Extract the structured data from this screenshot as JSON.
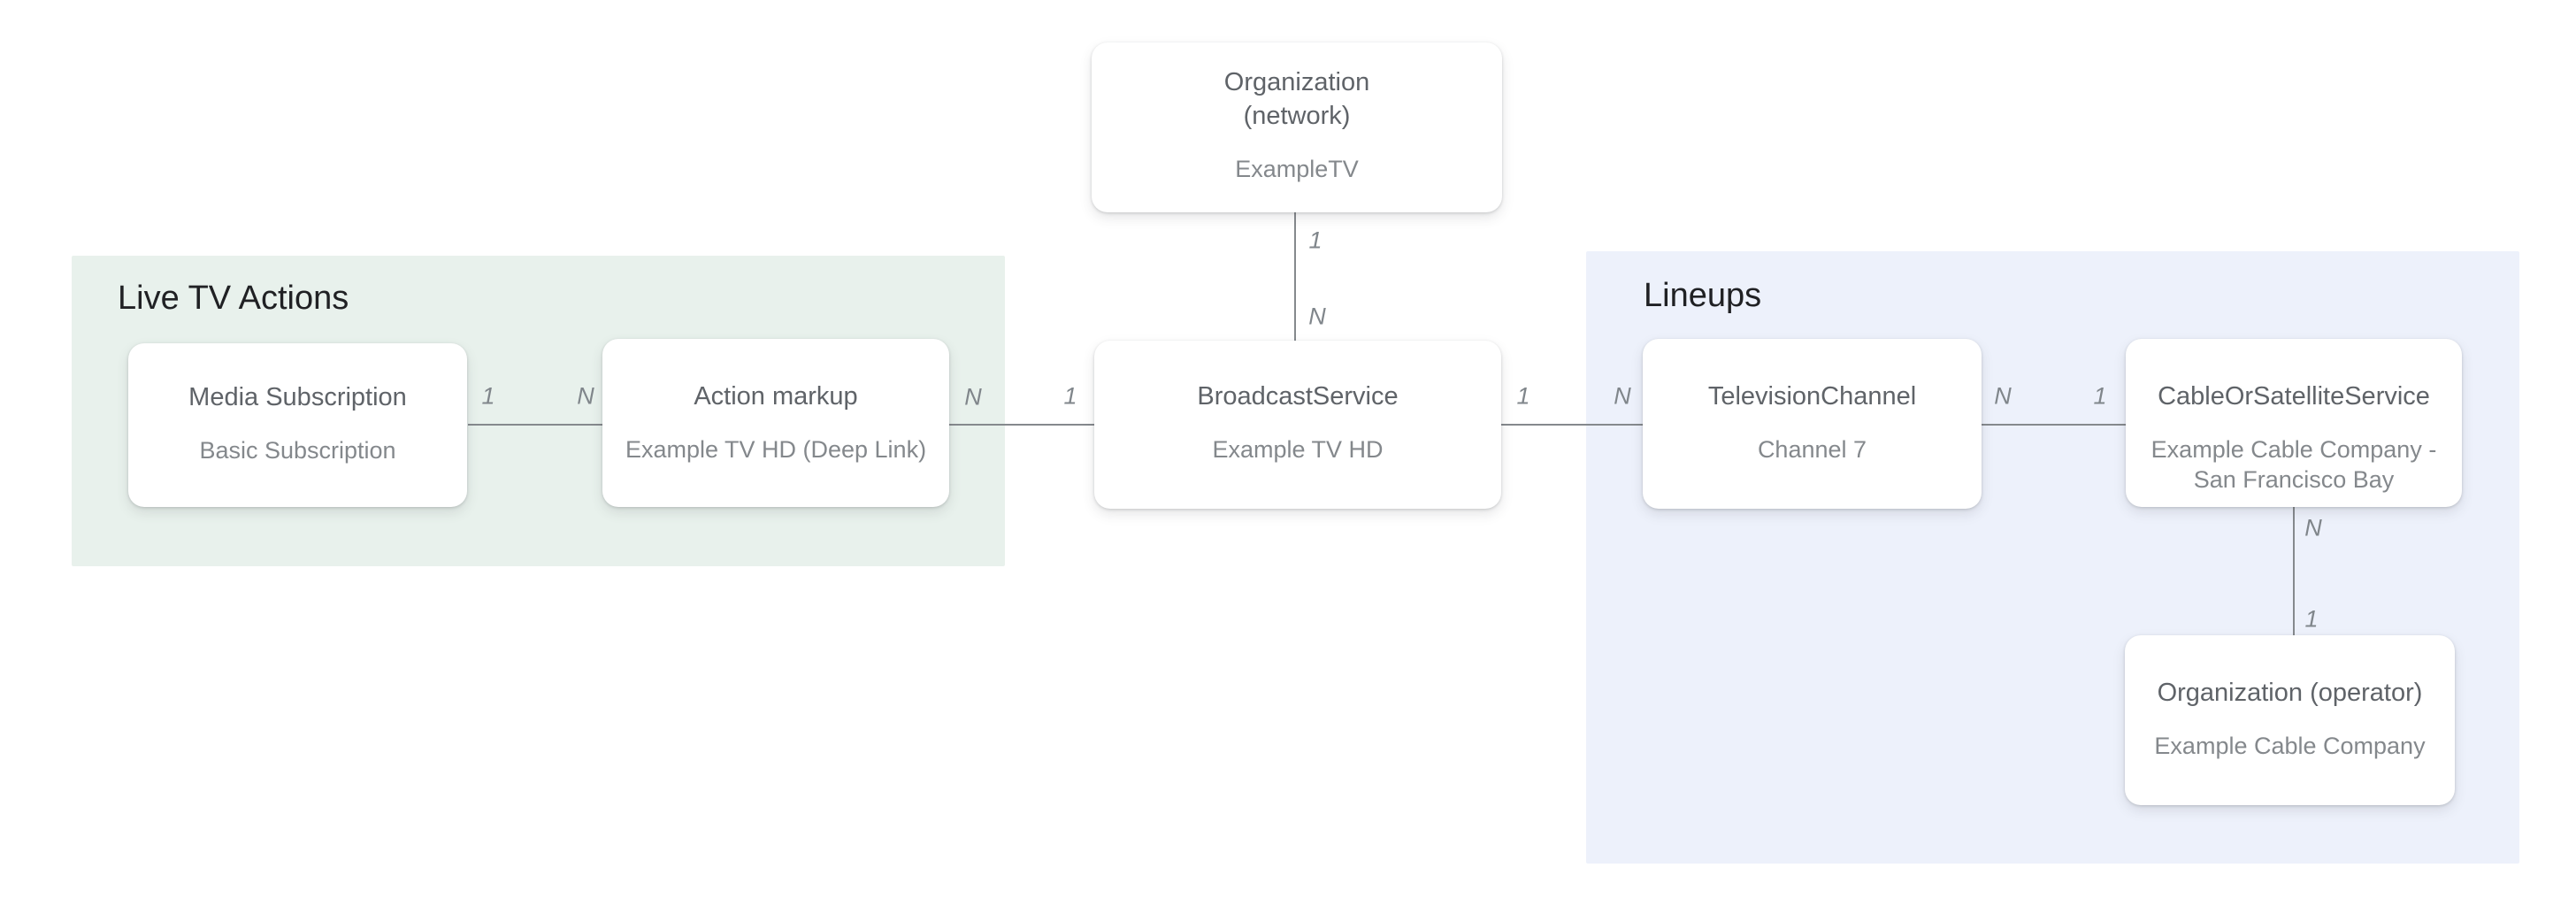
{
  "groups": {
    "live_tv_actions": {
      "title": "Live TV Actions"
    },
    "lineups": {
      "title": "Lineups"
    }
  },
  "nodes": {
    "org_network": {
      "title": "Organization\n(network)",
      "subtitle": "ExampleTV"
    },
    "media_subscription": {
      "title": "Media Subscription",
      "subtitle": "Basic Subscription"
    },
    "action_markup": {
      "title": "Action markup",
      "subtitle": "Example TV HD (Deep Link)"
    },
    "broadcast_service": {
      "title": "BroadcastService",
      "subtitle": "Example TV HD"
    },
    "television_channel": {
      "title": "TelevisionChannel",
      "subtitle": "Channel 7"
    },
    "cable_or_satellite_service": {
      "title": "CableOrSatelliteService",
      "subtitle": "Example Cable Company - San Francisco Bay"
    },
    "org_operator": {
      "title": "Organization (operator)",
      "subtitle": "Example Cable Company"
    }
  },
  "edges": {
    "network_to_broadcast": {
      "start_label": "1",
      "end_label": "N"
    },
    "mediasub_to_action": {
      "start_label": "1",
      "end_label": "N"
    },
    "action_to_broadcast": {
      "start_label": "N",
      "end_label": "1"
    },
    "broadcast_to_channel": {
      "start_label": "1",
      "end_label": "N"
    },
    "channel_to_cable": {
      "start_label": "N",
      "end_label": "1"
    },
    "cable_to_operator": {
      "start_label": "N",
      "end_label": "1"
    }
  },
  "colors": {
    "group_green_background": "#e8f1ec",
    "group_blue_background": "#edf1fb",
    "node_background": "#ffffff",
    "node_title_text": "#5f6368",
    "node_subtitle_text": "#84888c",
    "group_title_text": "#202124",
    "edge_line": "#85898d",
    "edge_label_text": "#80868b"
  }
}
